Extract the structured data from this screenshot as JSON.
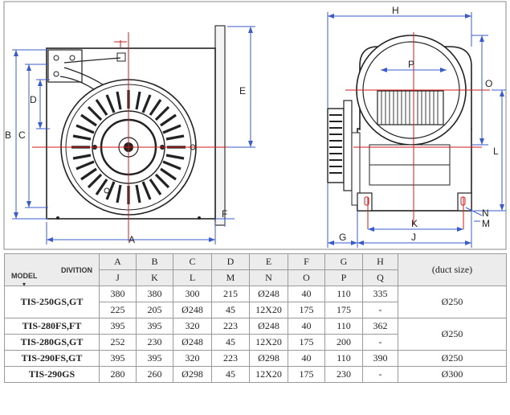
{
  "drawing": {
    "labels": {
      "H": "H",
      "P": "P",
      "E": "E",
      "D": "D",
      "B": "B",
      "C": "C",
      "A": "A",
      "F": "F",
      "O": "O",
      "L": "L",
      "N": "N",
      "M": "M",
      "K": "K",
      "J": "J",
      "G": "G"
    }
  },
  "table": {
    "corner_model": "MODEL",
    "corner_division": "DIVITION",
    "header_row1": [
      "A",
      "B",
      "C",
      "D",
      "E",
      "F",
      "G",
      "H"
    ],
    "header_row2": [
      "J",
      "K",
      "L",
      "M",
      "N",
      "O",
      "P",
      "Q"
    ],
    "duct_header": "(duct size)",
    "rows": [
      {
        "model": "TIS-250GS,GT",
        "r1": [
          "380",
          "380",
          "300",
          "215",
          "Ø248",
          "40",
          "110",
          "335"
        ],
        "model2": "",
        "r2": [
          "225",
          "205",
          "Ø248",
          "45",
          "12X20",
          "175",
          "175",
          "-"
        ],
        "duct": [
          "Ø250"
        ]
      },
      {
        "model": "TIS-280FS,FT",
        "r1": [
          "395",
          "395",
          "320",
          "223",
          "Ø248",
          "40",
          "110",
          "362"
        ],
        "model2": "TIS-280GS,GT",
        "r2": [
          "252",
          "230",
          "Ø248",
          "45",
          "12X20",
          "175",
          "200",
          "-"
        ],
        "duct": [
          "Ø250"
        ]
      },
      {
        "model": "TIS-290FS,GT",
        "r1": [
          "395",
          "395",
          "320",
          "223",
          "Ø298",
          "40",
          "110",
          "390"
        ],
        "model2": "TIS-290GS",
        "r2": [
          "280",
          "260",
          "Ø298",
          "45",
          "12X20",
          "175",
          "230",
          "-"
        ],
        "duct": [
          "Ø250",
          "Ø300"
        ]
      }
    ]
  }
}
